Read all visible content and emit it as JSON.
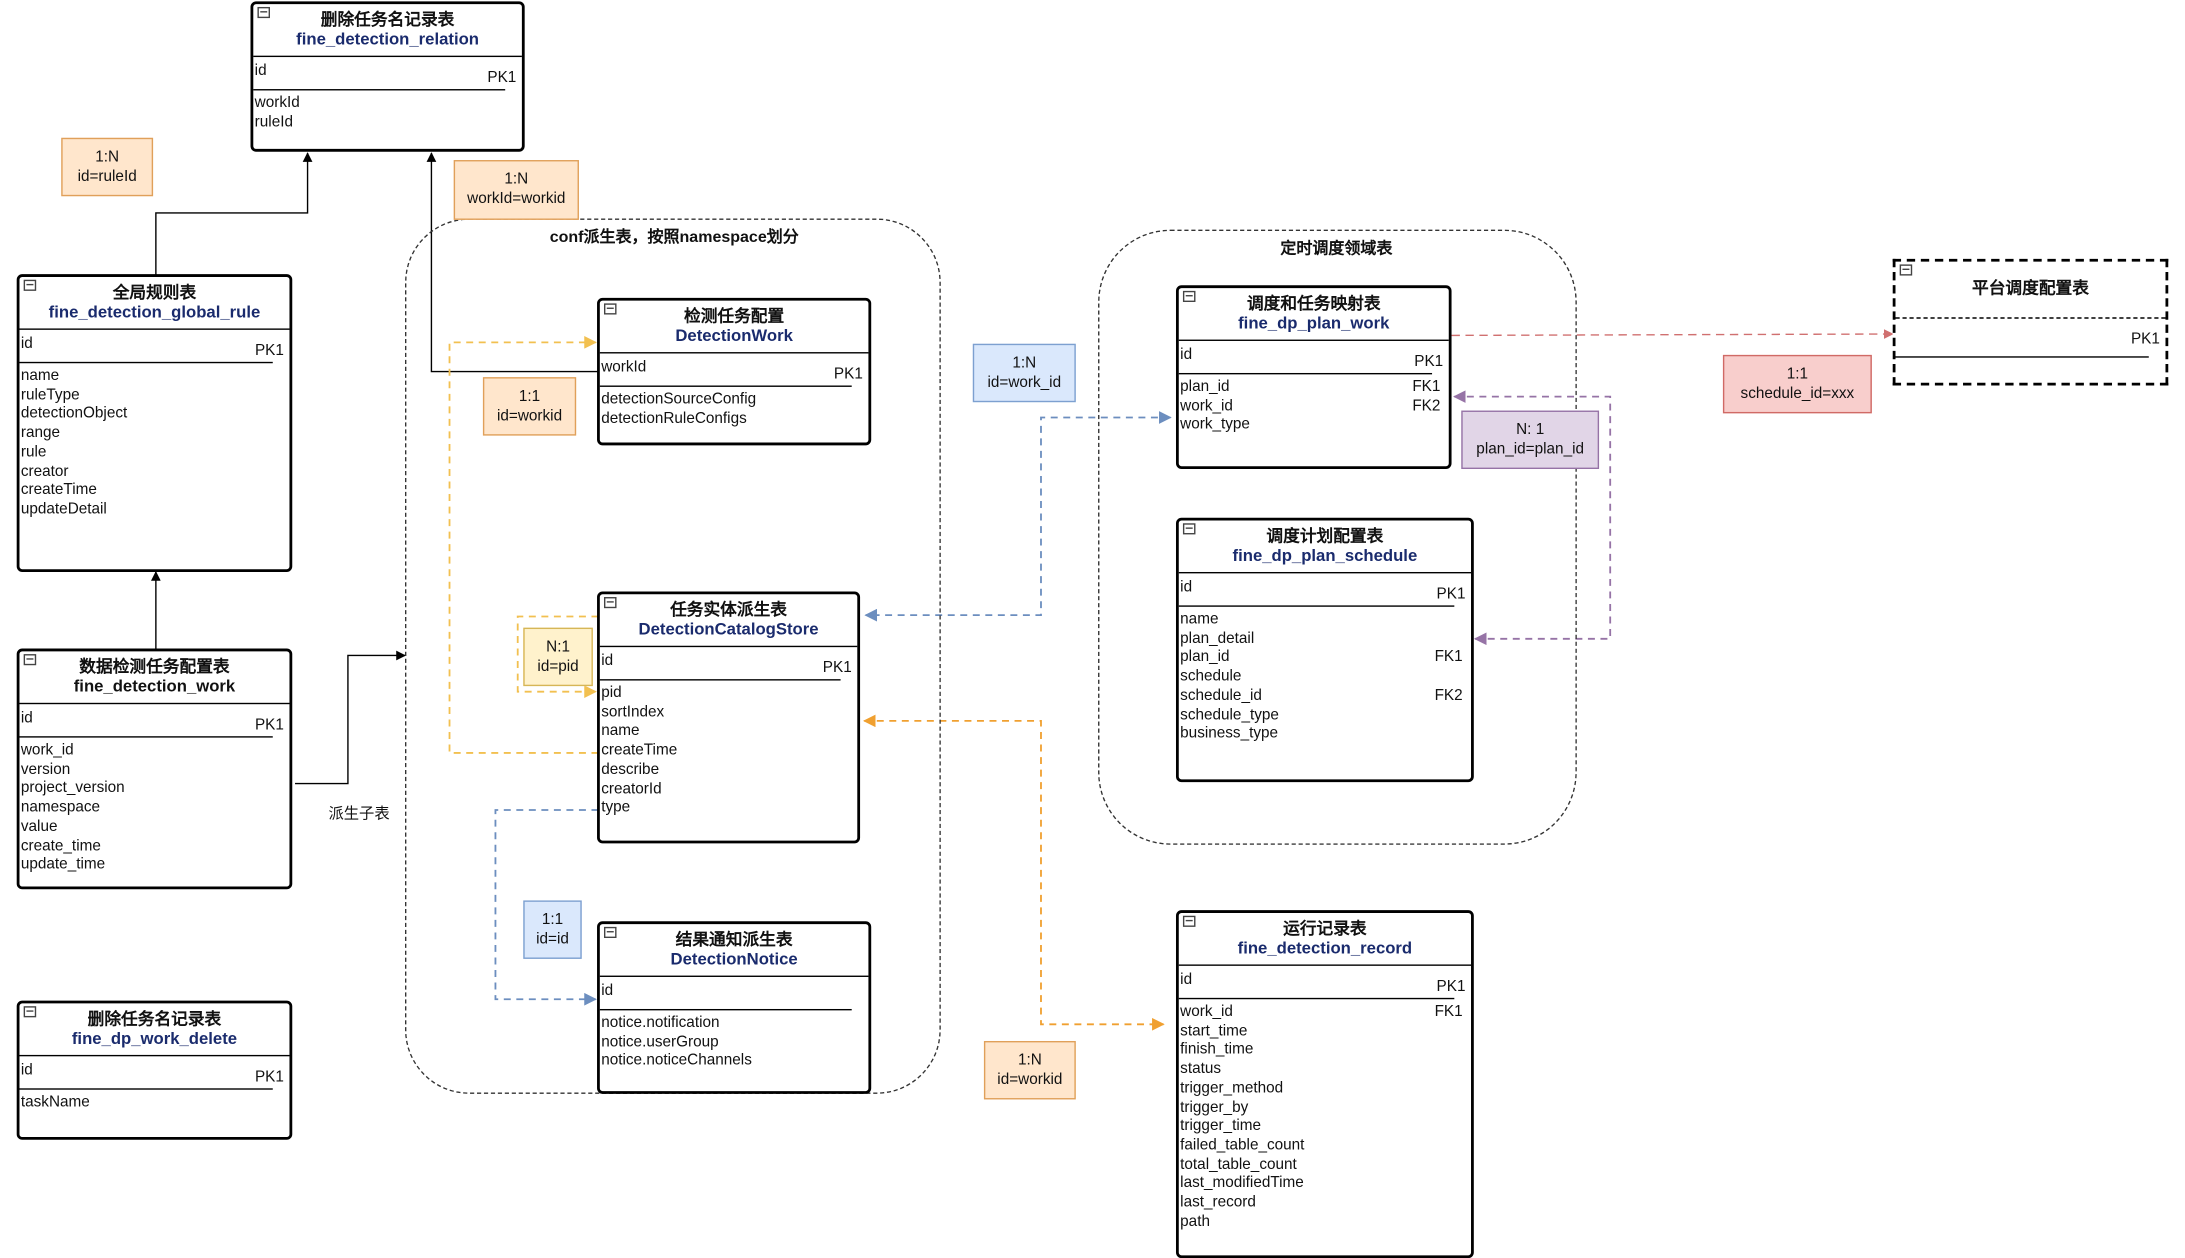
{
  "colors": {
    "black": "#000000",
    "orange": "#f0a030",
    "yellow": "#f2c050",
    "blue": "#6c8ebf",
    "purple": "#9673a6",
    "red": "#d07070"
  },
  "groups": {
    "conf": "conf派生表，按照namespace划分",
    "schedule": "定时调度领域表"
  },
  "free_text": {
    "derived": "派生子表"
  },
  "entities": {
    "relation": {
      "cn": "删除任务名记录表",
      "en": "fine_detection_relation",
      "pk_field": "id",
      "pk": "PK1",
      "fields": [
        {
          "n": "workId",
          "k": ""
        },
        {
          "n": "ruleId",
          "k": ""
        }
      ]
    },
    "global_rule": {
      "cn": "全局规则表",
      "en": "fine_detection_global_rule",
      "pk_field": "id",
      "pk": "PK1",
      "fields": [
        {
          "n": "name",
          "k": ""
        },
        {
          "n": "ruleType",
          "k": ""
        },
        {
          "n": "detectionObject",
          "k": ""
        },
        {
          "n": "range",
          "k": ""
        },
        {
          "n": "rule",
          "k": ""
        },
        {
          "n": "creator",
          "k": ""
        },
        {
          "n": "createTime",
          "k": ""
        },
        {
          "n": "updateDetail",
          "k": ""
        }
      ]
    },
    "detection_work": {
      "cn": "数据检测任务配置表",
      "en": "fine_detection_work",
      "pk_field": "id",
      "pk": "PK1",
      "fields": [
        {
          "n": "work_id",
          "k": ""
        },
        {
          "n": "version",
          "k": ""
        },
        {
          "n": "project_version",
          "k": ""
        },
        {
          "n": "namespace",
          "k": ""
        },
        {
          "n": "value",
          "k": ""
        },
        {
          "n": "create_time",
          "k": ""
        },
        {
          "n": "update_time",
          "k": ""
        }
      ]
    },
    "work_delete": {
      "cn": "删除任务名记录表",
      "en": "fine_dp_work_delete",
      "pk_field": "id",
      "pk": "PK1",
      "fields": [
        {
          "n": "taskName",
          "k": ""
        }
      ]
    },
    "detection_work_conf": {
      "cn": "检测任务配置",
      "en": "DetectionWork",
      "pk_field": "workId",
      "pk": "PK1",
      "fields": [
        {
          "n": "detectionSourceConfig",
          "k": ""
        },
        {
          "n": "detectionRuleConfigs",
          "k": ""
        }
      ]
    },
    "catalog_store": {
      "cn": "任务实体派生表",
      "en": "DetectionCatalogStore",
      "pk_field": "id",
      "pk": "PK1",
      "fields": [
        {
          "n": "pid",
          "k": ""
        },
        {
          "n": "sortIndex",
          "k": ""
        },
        {
          "n": "name",
          "k": ""
        },
        {
          "n": "createTime",
          "k": ""
        },
        {
          "n": "describe",
          "k": ""
        },
        {
          "n": "creatorId",
          "k": ""
        },
        {
          "n": "type",
          "k": ""
        }
      ]
    },
    "notice": {
      "cn": "结果通知派生表",
      "en": "DetectionNotice",
      "pk_field": "id",
      "pk": "",
      "fields": [
        {
          "n": "notice.notification",
          "k": ""
        },
        {
          "n": "notice.userGroup",
          "k": ""
        },
        {
          "n": "notice.noticeChannels",
          "k": ""
        }
      ]
    },
    "plan_work": {
      "cn": "调度和任务映射表",
      "en": "fine_dp_plan_work",
      "pk_field": "id",
      "pk": "PK1",
      "fields": [
        {
          "n": "plan_id",
          "k": "FK1"
        },
        {
          "n": "work_id",
          "k": "FK2"
        },
        {
          "n": "work_type",
          "k": ""
        }
      ]
    },
    "plan_schedule": {
      "cn": "调度计划配置表",
      "en": "fine_dp_plan_schedule",
      "pk_field": "id",
      "pk": "PK1",
      "fields": [
        {
          "n": "name",
          "k": ""
        },
        {
          "n": "plan_detail",
          "k": ""
        },
        {
          "n": "plan_id",
          "k": "FK1"
        },
        {
          "n": "schedule",
          "k": ""
        },
        {
          "n": "schedule_id",
          "k": "FK2"
        },
        {
          "n": "schedule_type",
          "k": ""
        },
        {
          "n": "business_type",
          "k": ""
        }
      ]
    },
    "platform": {
      "cn": "平台调度配置表",
      "en": "",
      "pk_field": "",
      "pk": "PK1",
      "fields": []
    },
    "record": {
      "cn": "运行记录表",
      "en": "fine_detection_record",
      "pk_field": "id",
      "pk": "PK1",
      "fields": [
        {
          "n": "work_id",
          "k": "FK1"
        },
        {
          "n": "start_time",
          "k": ""
        },
        {
          "n": "finish_time",
          "k": ""
        },
        {
          "n": "status",
          "k": ""
        },
        {
          "n": "trigger_method",
          "k": ""
        },
        {
          "n": "trigger_by",
          "k": ""
        },
        {
          "n": "trigger_time",
          "k": ""
        },
        {
          "n": "failed_table_count",
          "k": ""
        },
        {
          "n": "total_table_count",
          "k": ""
        },
        {
          "n": "last_modifiedTime",
          "k": ""
        },
        {
          "n": "last_record",
          "k": ""
        },
        {
          "n": "path",
          "k": ""
        }
      ]
    }
  },
  "labels": {
    "rule_rel": {
      "card": "1:N",
      "key": "id=ruleId"
    },
    "work_rel": {
      "card": "1:N",
      "key": "workId=workid"
    },
    "work_conf": {
      "card": "1:1",
      "key": "id=workid"
    },
    "pid_self": {
      "card": "N:1",
      "key": "id=pid"
    },
    "notice_rel": {
      "card": "1:1",
      "key": "id=id"
    },
    "plan_work_rel": {
      "card": "1:N",
      "key": "id=work_id"
    },
    "plan_rel": {
      "card": "N:  1",
      "key": "plan_id=plan_id"
    },
    "schedule_rel": {
      "card": "1:1",
      "key": "schedule_id=xxx"
    },
    "record_rel": {
      "card": "1:N",
      "key": "id=workid"
    }
  }
}
